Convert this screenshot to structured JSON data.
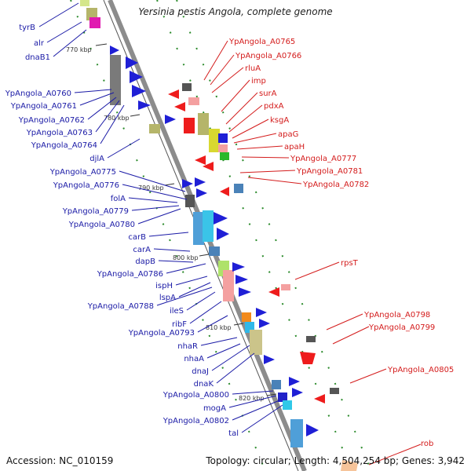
{
  "title": "Yersinia pestis Angola, complete genome",
  "footer": {
    "accession": "Accession: NC_010159",
    "topology": "Topology: circular; Length: 4,504,254 bp; Genes: 3,942"
  },
  "colors": {
    "forward_strand": "#1f1fd6",
    "reverse_strand": "#ee1c1c",
    "left_label": "#1a1aa6",
    "right_label": "#d41c1c",
    "backbone": "#8c8c8c",
    "dotted_track": "#2a8a2a"
  },
  "ticks": [
    "770 kbp",
    "780 kbp",
    "790 kbp",
    "800 kbp",
    "810 kbp",
    "820 kbp"
  ],
  "left_labels": [
    "tyrB",
    "alr",
    "dnaB1",
    "YpAngola_A0760",
    "YpAngola_A0761",
    "YpAngola_A0762",
    "YpAngola_A0763",
    "YpAngola_A0764",
    "djlA",
    "YpAngola_A0775",
    "YpAngola_A0776",
    "folA",
    "YpAngola_A0779",
    "YpAngola_A0780",
    "carB",
    "carA",
    "dapB",
    "YpAngola_A0786",
    "ispH",
    "lspA",
    "YpAngola_A0788",
    "ileS",
    "ribF",
    "YpAngola_A0793",
    "nhaR",
    "nhaA",
    "dnaJ",
    "dnaK",
    "YpAngola_A0800",
    "mogA",
    "YpAngola_A0802",
    "tal"
  ],
  "right_labels": [
    "YpAngola_A0765",
    "YpAngola_A0766",
    "rluA",
    "imp",
    "surA",
    "pdxA",
    "ksgA",
    "apaG",
    "apaH",
    "YpAngola_A0777",
    "YpAngola_A0781",
    "YpAngola_A0782",
    "rpsT",
    "YpAngola_A0798",
    "YpAngola_A0799",
    "YpAngola_A0805",
    "rob"
  ]
}
